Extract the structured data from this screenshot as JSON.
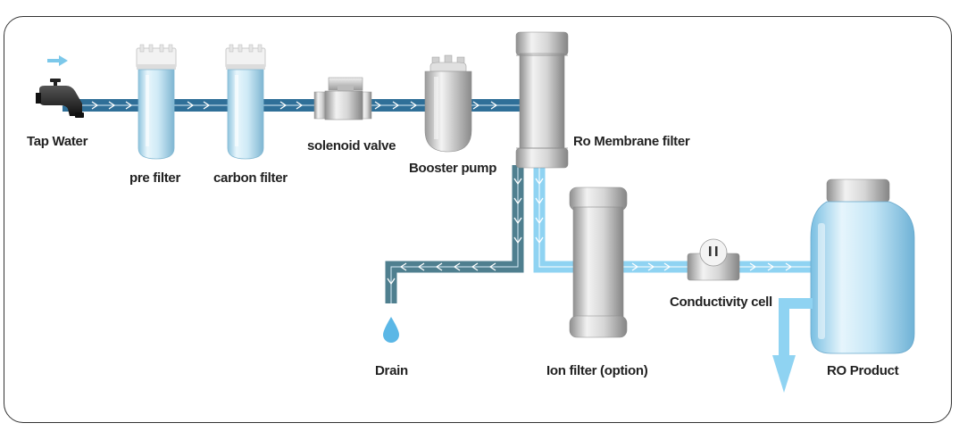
{
  "labels": {
    "tap_water": "Tap Water",
    "pre_filter": "pre filter",
    "carbon_filter": "carbon filter",
    "solenoid_valve": "solenoid valve",
    "booster_pump": "Booster pump",
    "ro_membrane": "Ro Membrane filter",
    "drain": "Drain",
    "ion_filter": "Ion filter (option)",
    "conductivity_cell": "Conductivity cell",
    "ro_product": "RO Product"
  },
  "colors": {
    "feed_pipe": "#2f6f98",
    "drain_pipe": "#4f7f8f",
    "product_pipe": "#8fd3f2",
    "housing": "#c6e6f5",
    "steel": "#d0d0d0",
    "tank": "#b8e0f4",
    "water": "#5bb7e6"
  },
  "icons": [
    "faucet-icon",
    "flow-arrow-icon",
    "water-drop-icon",
    "outflow-arrow-icon"
  ]
}
